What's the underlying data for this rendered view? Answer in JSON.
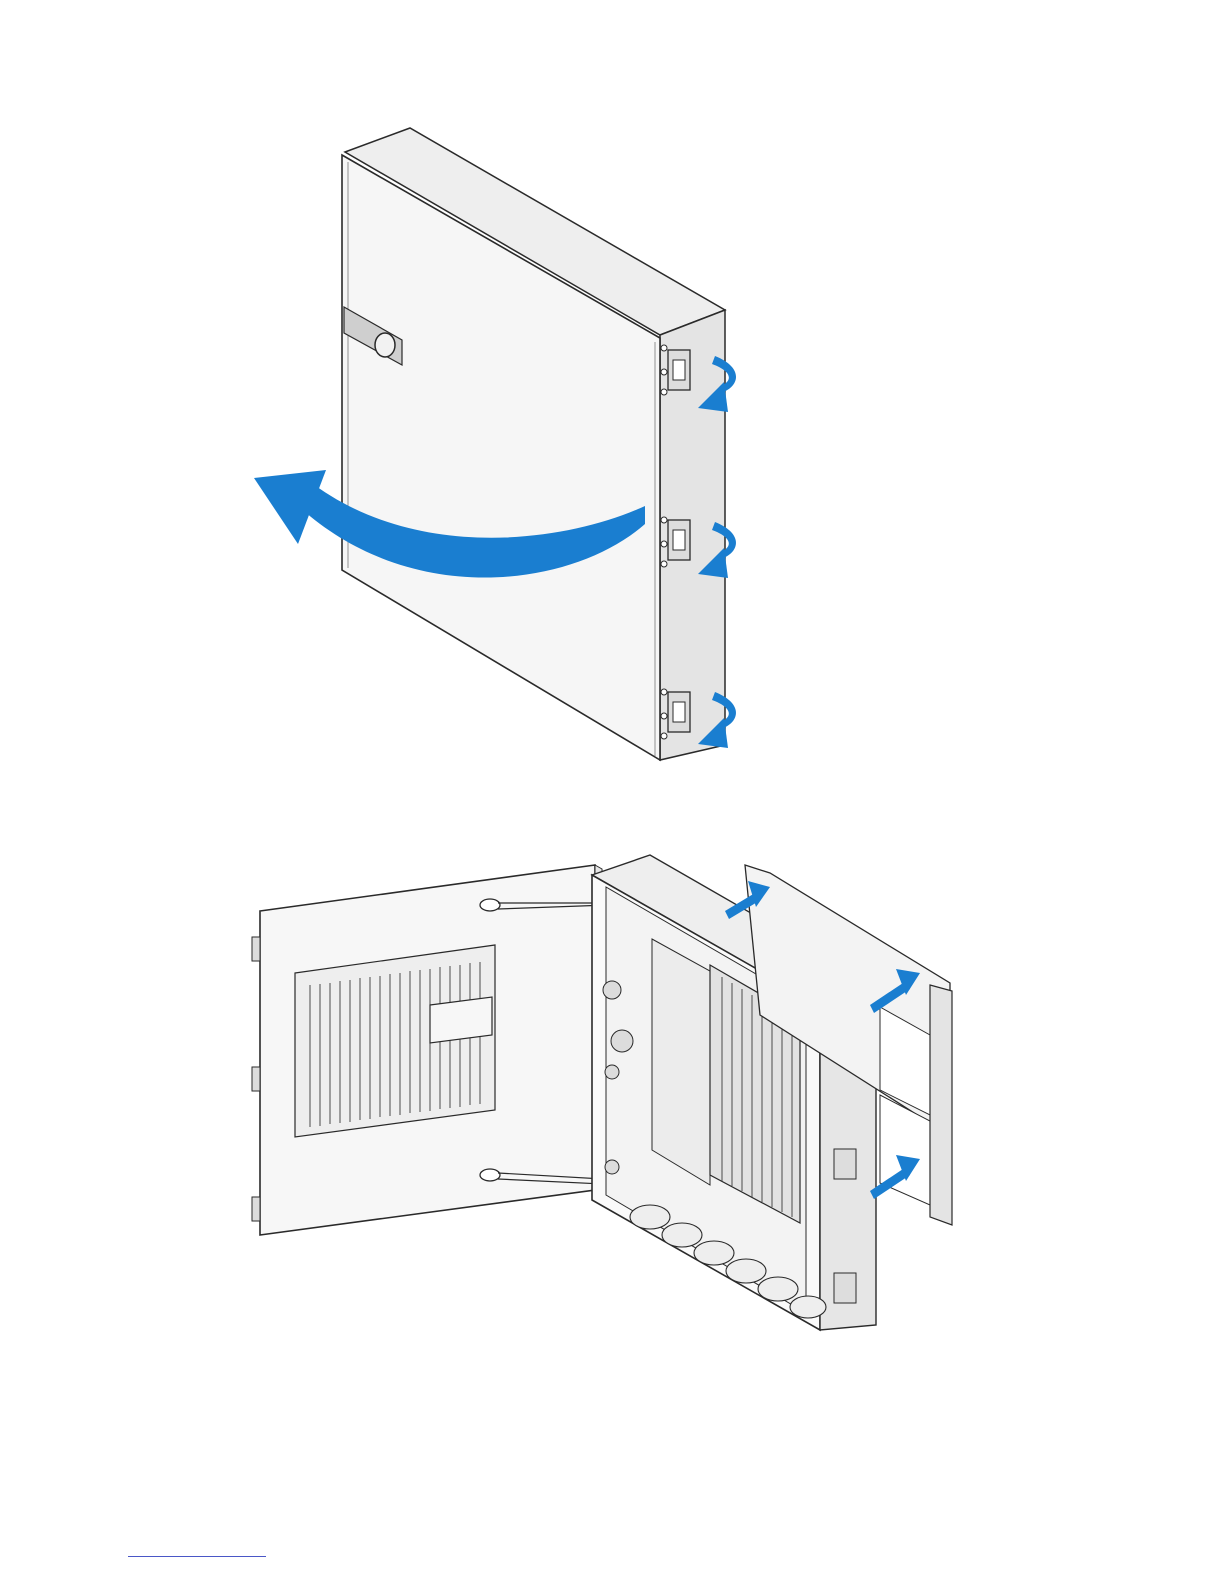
{
  "page": {
    "background": "#ffffff"
  },
  "figures": [
    {
      "id": "enclosure-closed",
      "icon": "enclosure-latch-open-illustration",
      "accent": "#1a7ed0"
    },
    {
      "id": "enclosure-open",
      "icon": "enclosure-door-open-mounting-illustration",
      "accent": "#1a7ed0"
    }
  ],
  "colors": {
    "line": "#2a2a2a",
    "panel": "#f6f6f6",
    "arrow": "#1a7ed0",
    "footnote_rule": "#4a57c7"
  }
}
